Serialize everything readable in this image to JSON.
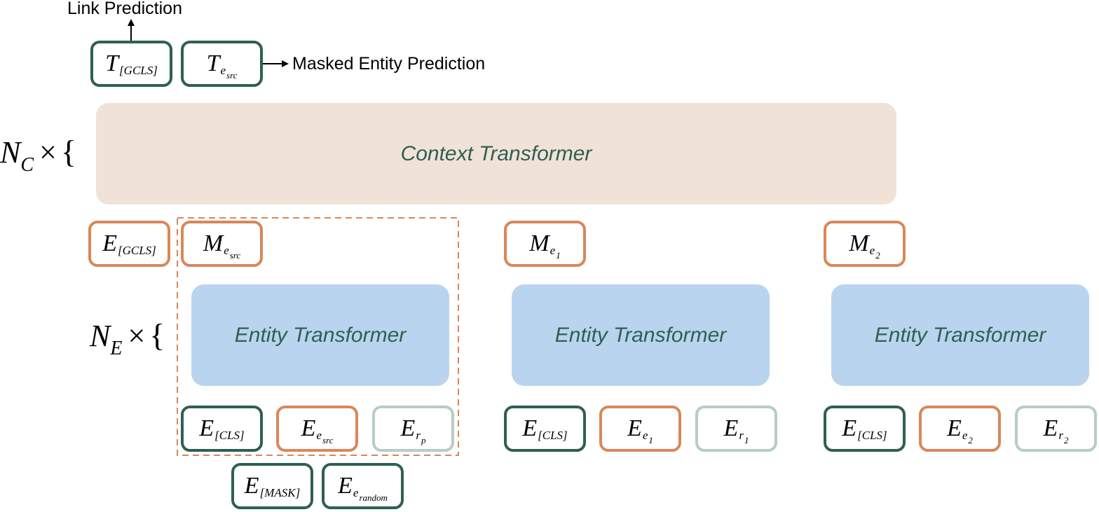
{
  "labels": {
    "link_prediction": "Link Prediction",
    "masked_entity_prediction": "Masked Entity Prediction",
    "context_transformer": "Context Transformer",
    "entity_transformer": "Entity Transformer",
    "context_stack": {
      "var": "N",
      "sub": "C",
      "op": "×",
      "brace": "{"
    },
    "entity_stack": {
      "var": "N",
      "sub": "E",
      "op": "×",
      "brace": "{"
    }
  },
  "output_tokens": [
    {
      "var": "T",
      "sub": "[GCLS]",
      "subsub": ""
    },
    {
      "var": "T",
      "sub": "e",
      "subsub": "src"
    }
  ],
  "context_inputs": [
    {
      "var": "E",
      "sub": "[GCLS]",
      "subsub": ""
    },
    {
      "var": "M",
      "sub": "e",
      "subsub": "src"
    },
    {
      "var": "M",
      "sub": "e",
      "subsub": "1"
    },
    {
      "var": "M",
      "sub": "e",
      "subsub": "2"
    }
  ],
  "entity_groups": [
    {
      "tokens": [
        {
          "var": "E",
          "sub": "[CLS]",
          "subsub": ""
        },
        {
          "var": "E",
          "sub": "e",
          "subsub": "src"
        },
        {
          "var": "E",
          "sub": "r",
          "subsub": "p"
        }
      ]
    },
    {
      "tokens": [
        {
          "var": "E",
          "sub": "[CLS]",
          "subsub": ""
        },
        {
          "var": "E",
          "sub": "e",
          "subsub": "1"
        },
        {
          "var": "E",
          "sub": "r",
          "subsub": "1"
        }
      ]
    },
    {
      "tokens": [
        {
          "var": "E",
          "sub": "[CLS]",
          "subsub": ""
        },
        {
          "var": "E",
          "sub": "e",
          "subsub": "2"
        },
        {
          "var": "E",
          "sub": "r",
          "subsub": "2"
        }
      ]
    }
  ],
  "replacement_tokens": [
    {
      "var": "E",
      "sub": "[MASK]",
      "subsub": ""
    },
    {
      "var": "E",
      "sub": "e",
      "subsub": "random"
    }
  ],
  "colors": {
    "cls_border": "#2f5f54",
    "entity_border": "#d9875a",
    "relation_border": "#b6cdc6",
    "context_fill": "#f1e2d7",
    "entity_fill": "#b9d4ee",
    "block_text": "#2f5f54",
    "dashed_box": "#d9875a"
  }
}
